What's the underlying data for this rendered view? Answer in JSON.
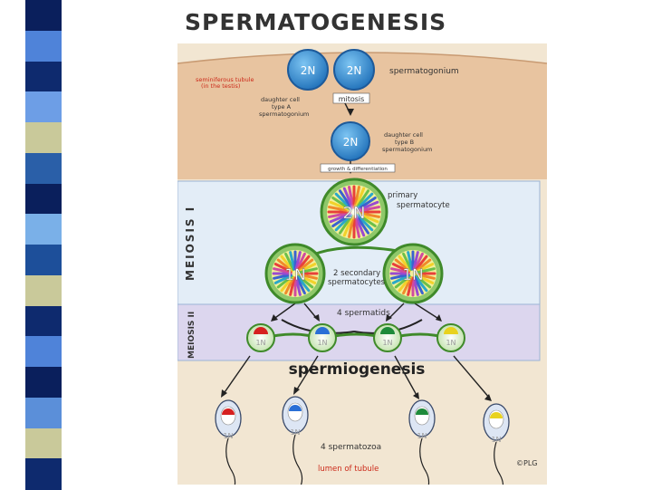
{
  "slide": {
    "title": "SPERMATOGENESIS",
    "stripe_colors": [
      "#0a1f5c",
      "#4f83d9",
      "#0e2a6e",
      "#6d9ee6",
      "#c9c99a",
      "#2a5fa8",
      "#0a1f5c",
      "#7ab0e8",
      "#1d4f9a",
      "#c9c99a",
      "#0e2a6e",
      "#4f83d9",
      "#0a1f5c",
      "#5b8fd9",
      "#c9c99a",
      "#0e2a6e"
    ]
  },
  "diagram": {
    "nodes": {
      "spermatogonium_a": "2N",
      "spermatogonium_b": "2N",
      "daughter_b": "2N",
      "primary": "2N",
      "secondary_left": "1N",
      "secondary_right": "1N"
    },
    "labels": {
      "seminiferous_1": "seminiferous tubule",
      "seminiferous_2": "(in the testis)",
      "spermatogonium": "spermatogonium",
      "mitosis": "mitosis",
      "daughter_a_1": "daughter cell",
      "daughter_a_2": "type A",
      "daughter_a_3": "spermatogonium",
      "daughter_b_1": "daughter cell",
      "daughter_b_2": "type B",
      "daughter_b_3": "spermatogonium",
      "growth": "growth & differentiation",
      "primary_1": "primary",
      "primary_2": "spermatocyte",
      "secondary_1": "2 secondary",
      "secondary_2": "spermatocytes",
      "meiosis1": "MEIOSIS I",
      "meiosis2": "MEIOSIS II",
      "spermatids": "4 spermatids",
      "spermiogenesis": "spermiogenesis",
      "spermatozoa": "4 spermatozoa",
      "lumen": "lumen of tubule",
      "copyright": "©PLG"
    },
    "spermatid_ploidy": [
      "1N",
      "1N",
      "1N",
      "1N"
    ],
    "spermatozoa_ploidy": [
      "1N",
      "1N",
      "1N",
      "1N"
    ],
    "cap_colors": [
      "#d62020",
      "#2a6fd6",
      "#1e8a3a",
      "#e8d21e"
    ],
    "colors": {
      "background": "#f2e6d2",
      "wall": "#e8c4a0",
      "meiosis1_band": "#e3edf7",
      "meiosis2_band": "#dcd6ee",
      "accent_red": "#cc2a1a"
    }
  }
}
